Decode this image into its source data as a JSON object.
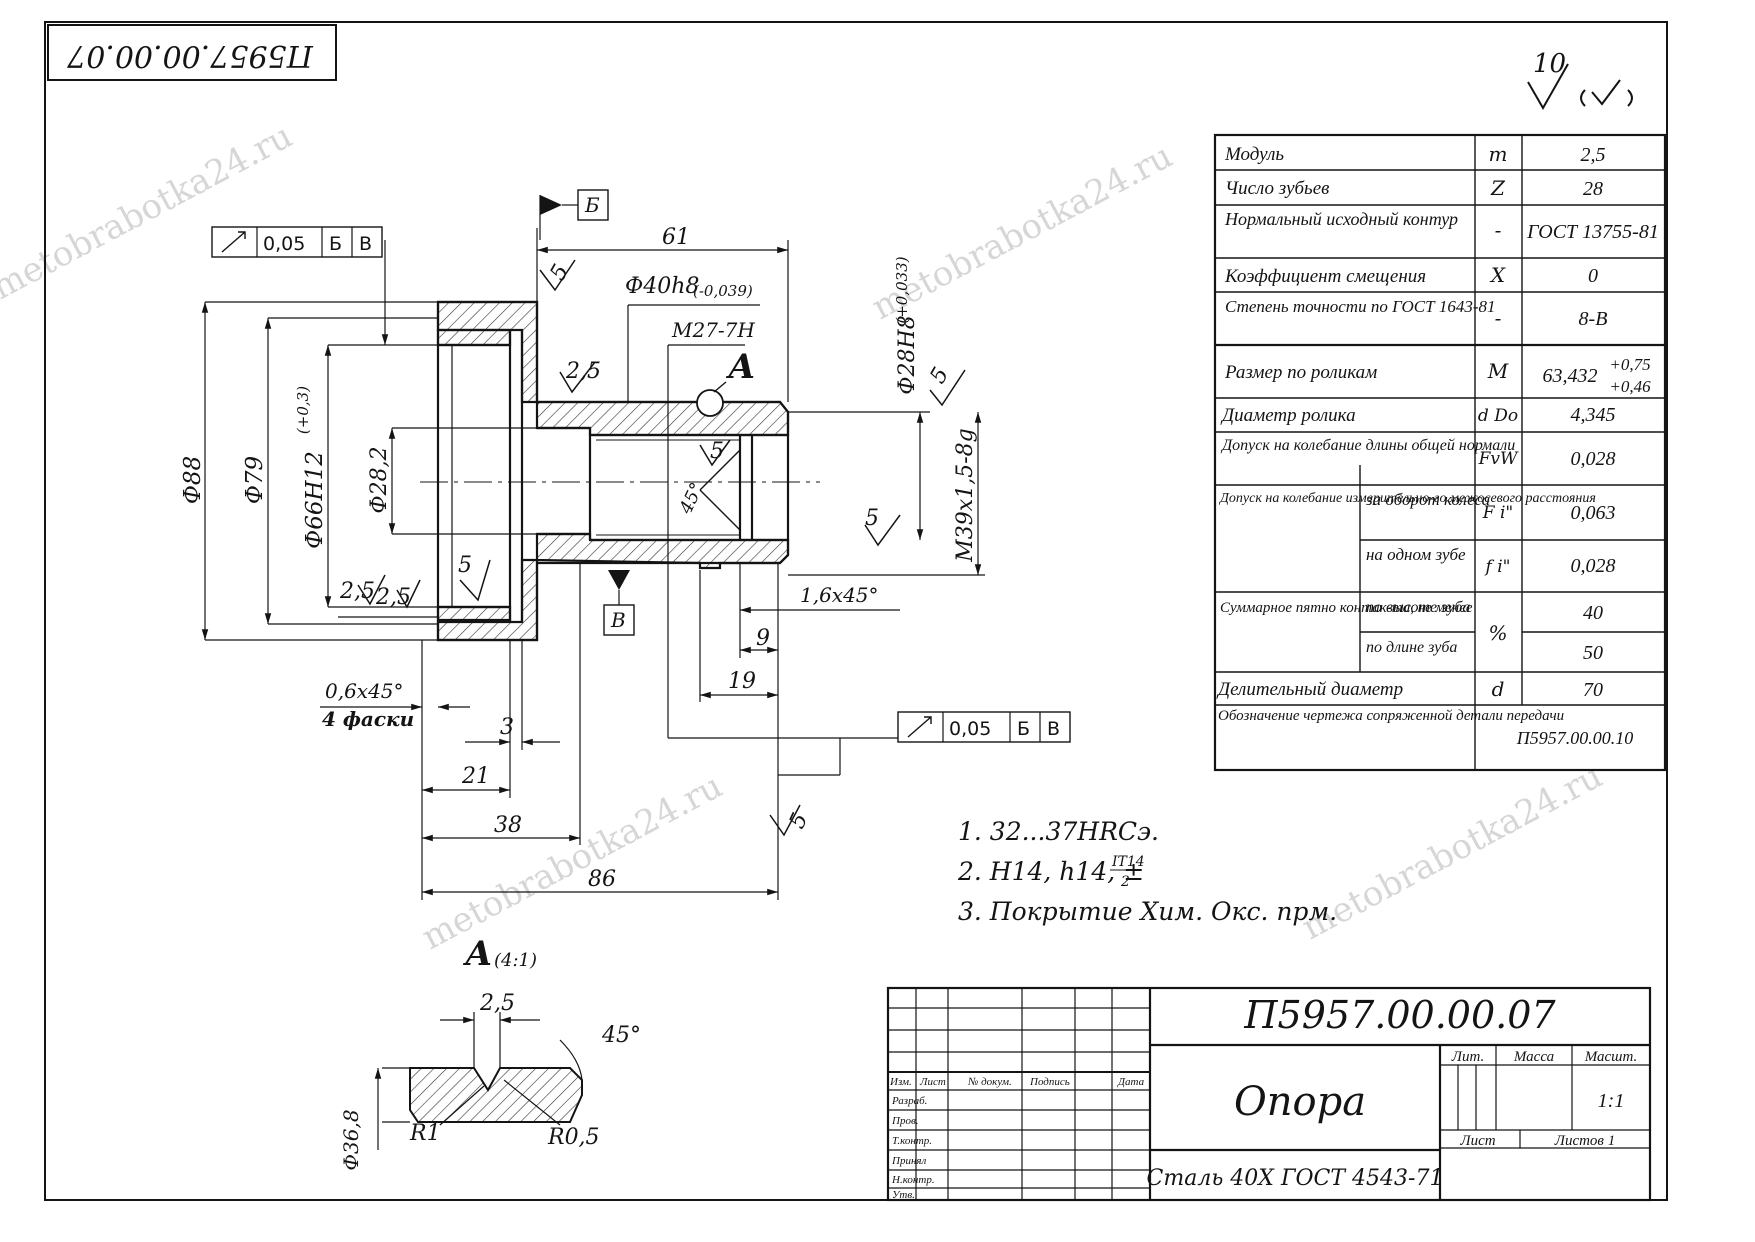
{
  "drawing": {
    "number": "П5957.00.00.07",
    "number_mirrored": "П5957.00.00.07",
    "roughness_general": "10",
    "watermark": "metobrabotka24.ru"
  },
  "dims": {
    "d88": "Ф88",
    "d79": "Ф79",
    "d66": "Ф66H12",
    "d66_tol": "(+0,3)",
    "d28_2": "Ф28,2",
    "d40": "Ф40h8",
    "d40_tol": "(-0,039)",
    "d28h8": "Ф28H8",
    "d28h8_tol": "(+0,033)",
    "m27": "M27-7H",
    "m39": "M39x1,5-8g",
    "len61": "61",
    "len86": "86",
    "len38": "38",
    "len21": "21",
    "len3": "3",
    "len19": "19",
    "len9": "9",
    "ch16": "1,6x45°",
    "ch06": "0,6x45°",
    "ch06_note": "4 фаски",
    "r25a": "2,5",
    "r25b": "2,5",
    "r25c": "2,5",
    "rough5": "5",
    "ang45": "45°",
    "datumB": "Б",
    "datumV": "В",
    "viewA": "А",
    "tol_val": "0,05"
  },
  "detail": {
    "title": "А",
    "scale": "(4:1)",
    "w": "2,5",
    "ang": "45°",
    "dia": "Ф36,8",
    "r1": "R1",
    "r05": "R0,5"
  },
  "notes": [
    "1. 32...37HRCэ.",
    "2. H14, h14, ±",
    "3. Покрытие Хим. Окс. прм."
  ],
  "notes_frac": {
    "num": "IT14",
    "den": "2"
  },
  "params": {
    "rows": [
      {
        "name": "Модуль",
        "sym": "m",
        "val": "2,5"
      },
      {
        "name": "Число зубьев",
        "sym": "Z",
        "val": "28"
      },
      {
        "name": "Нормальный исходный контур",
        "sym": "-",
        "val": "ГОСТ 13755-81"
      },
      {
        "name": "Коэффициент смещения",
        "sym": "X",
        "val": "0"
      },
      {
        "name": "Степень точности по ГОСТ 1643-81",
        "sym": "-",
        "val": "8-В"
      },
      {
        "name": "Размер по роликам",
        "sym": "M",
        "val": "63,432",
        "tol_up": "+0,75",
        "tol_dn": "+0,46"
      },
      {
        "name": "Диаметр ролика",
        "sym": "d Do",
        "val": "4,345"
      },
      {
        "name": "Допуск на колебание длины общей нормали",
        "sym": "FvW",
        "val": "0,028"
      },
      {
        "name": "Допуск на колебание измерительно-го межосевого расстояния",
        "sub1": "за оборот колеса",
        "sym1": "F i\"",
        "val1": "0,063",
        "sub2": "на одном зубе",
        "sym2": "f i\"",
        "val2": "0,028"
      },
      {
        "name": "Суммарное пятно контак-та, не менее",
        "sub1": "по высоте зуба",
        "sym": "%",
        "val1": "40",
        "sub2": "по длине зуба",
        "val2": "50"
      },
      {
        "name": "Делительный диаметр",
        "sym": "d",
        "val": "70"
      },
      {
        "name": "Обозначение чертежа сопряженной детали передачи",
        "val": "П5957.00.00.10"
      }
    ]
  },
  "titleblock": {
    "number": "П5957.00.00.07",
    "name": "Опора",
    "material": "Сталь 40Х ГОСТ 4543-71",
    "lit": "Лит.",
    "mass": "Масса",
    "scale_label": "Масшт.",
    "scale": "1:1",
    "sheet": "Лист",
    "sheets": "Листов  1",
    "cols": [
      "Изм.",
      "Лист",
      "№ докум.",
      "Подпись",
      "Дата"
    ],
    "roles": [
      "Разраб.",
      "Пров.",
      "Т.контр.",
      "Принял",
      "Н.контр.",
      "Утв."
    ]
  }
}
